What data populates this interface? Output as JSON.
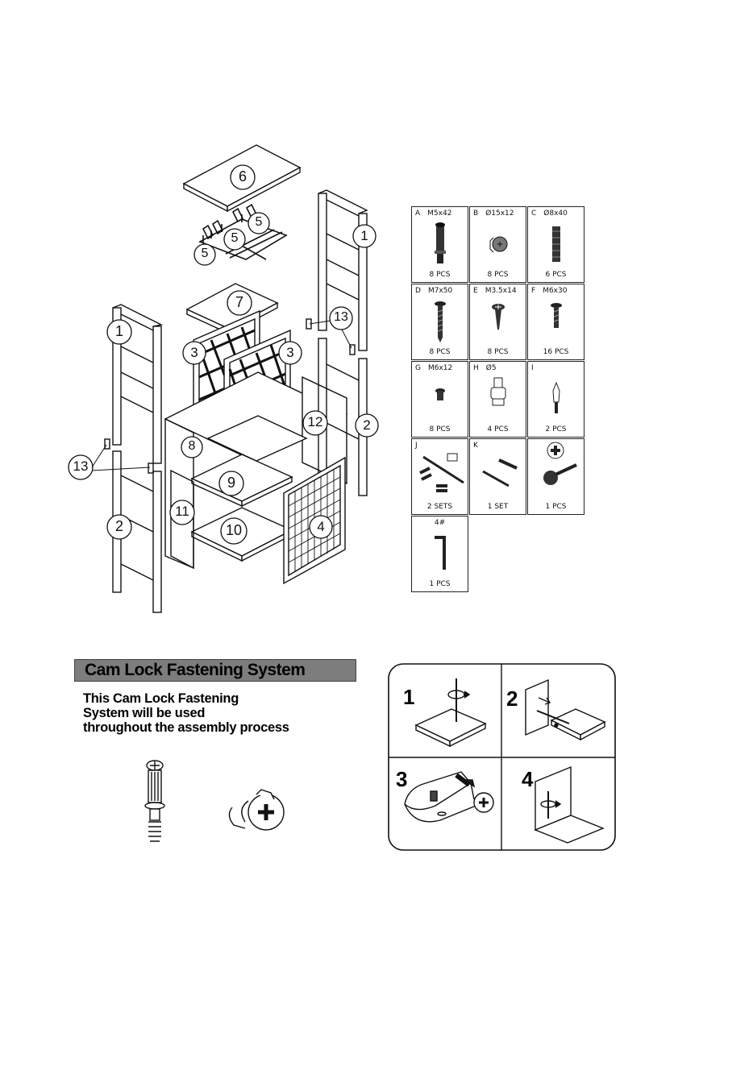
{
  "exploded_view": {
    "part_labels": {
      "p6": "6",
      "p5a": "5",
      "p5b": "5",
      "p5c": "5",
      "p1_right": "1",
      "p7": "7",
      "p13_right": "13",
      "p1_left": "1",
      "p3_left": "3",
      "p3_right": "3",
      "p12": "12",
      "p2_right": "2",
      "p8": "8",
      "p13_left": "13",
      "p9": "9",
      "p11": "11",
      "p2_left": "2",
      "p10": "10",
      "p4": "4"
    }
  },
  "hardware": {
    "A": {
      "code": "A",
      "spec": "M5x42",
      "qty": "8 PCS",
      "icon": "cam-bolt-icon"
    },
    "B": {
      "code": "B",
      "spec": "Ø15x12",
      "qty": "8 PCS",
      "icon": "cam-lock-icon"
    },
    "C": {
      "code": "C",
      "spec": "Ø8x40",
      "qty": "6 PCS",
      "icon": "wooden-dowel-icon"
    },
    "D": {
      "code": "D",
      "spec": "M7x50",
      "qty": "8 PCS",
      "icon": "long-screw-icon"
    },
    "E": {
      "code": "E",
      "spec": "M3.5x14",
      "qty": "8 PCS",
      "icon": "wood-screw-icon"
    },
    "F": {
      "code": "F",
      "spec": "M6x30",
      "qty": "16 PCS",
      "icon": "machine-bolt-icon"
    },
    "G": {
      "code": "G",
      "spec": "M6x12",
      "qty": "8 PCS",
      "icon": "short-bolt-icon"
    },
    "H": {
      "code": "H",
      "spec": "Ø5",
      "qty": "4 PCS",
      "icon": "foot-pad-icon"
    },
    "I": {
      "code": "I",
      "spec": "",
      "qty": "2 PCS",
      "icon": "shelf-pin-icon"
    },
    "J": {
      "code": "J",
      "spec": "",
      "qty": "2 SETS",
      "icon": "anti-tip-kit-icon"
    },
    "K": {
      "code": "K",
      "spec": "",
      "qty": "1 SET",
      "icon": "bracket-set-icon"
    },
    "L": {
      "code": "",
      "spec": "",
      "qty": "1 PCS",
      "icon": "screwdriver-icon"
    },
    "M": {
      "code": "",
      "spec": "4#",
      "qty": "1 PCS",
      "icon": "allen-key-icon"
    }
  },
  "cam_lock": {
    "title": "Cam Lock Fastening System",
    "description_line1": "This Cam Lock Fastening",
    "description_line2": "System will be used",
    "description_line3": "throughout the assembly process"
  },
  "steps": {
    "s1": "1",
    "s2": "2",
    "s3": "3",
    "s4": "4"
  }
}
